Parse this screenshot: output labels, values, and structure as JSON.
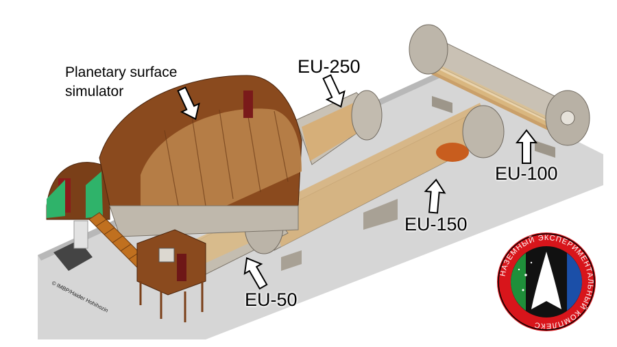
{
  "labels": {
    "simulator_line1": "Planetary surface",
    "simulator_line2": "simulator",
    "eu250": "EU-250",
    "eu150": "EU-150",
    "eu100": "EU-100",
    "eu50": "EU-50"
  },
  "copyright": "© IMBP/Haider Hohihozin",
  "logo": {
    "ring_text": "НАЗЕМНЫЙ ЭКСПЕРИМЕНТАЛЬНЫЙ КОМПЛЕКС",
    "colors": {
      "ring": "#d8151b",
      "left_field": "#1f8f3a",
      "right_field": "#1b4fa8",
      "center": "#111111",
      "rocket": "#ffffff"
    }
  },
  "colors": {
    "floor": "#d6d6d6",
    "floor_edge": "#b8b8b8",
    "module_shell": "#c8c2b8",
    "module_interior": "#d9a25a",
    "dome": "#7a3f18",
    "dome_panel": "#b9834a",
    "green_panel": "#2fb36a"
  }
}
